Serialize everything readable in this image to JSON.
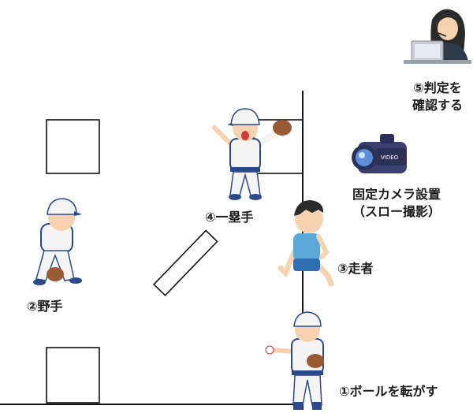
{
  "labels": {
    "judge": [
      "⑤判定を",
      "確認する"
    ],
    "camera": [
      "固定カメラ設置",
      "（スロー撮影）"
    ],
    "first_baseman": "④一塁手",
    "runner": "③走者",
    "fielder": "②野手",
    "roller": "①ボールを転がす"
  },
  "camera_badge": "VIDEO",
  "colors": {
    "line": "#111111",
    "uniform": "#f4f4f4",
    "uniform_trim": "#2b4a8b",
    "cap_brim": "#2b4a8b",
    "skin": "#f6d2b0",
    "glove": "#9a5a32",
    "runner_shirt": "#5aa7d8",
    "runner_shorts": "#2d6fb0",
    "camera_body": "#3a3f6f",
    "laptop": "#c8ccd2",
    "headset": "#333333"
  },
  "icons": [
    "judge-person-icon",
    "video-camera-icon",
    "first-baseman-icon",
    "runner-icon",
    "fielder-icon",
    "pitcher-icon"
  ]
}
